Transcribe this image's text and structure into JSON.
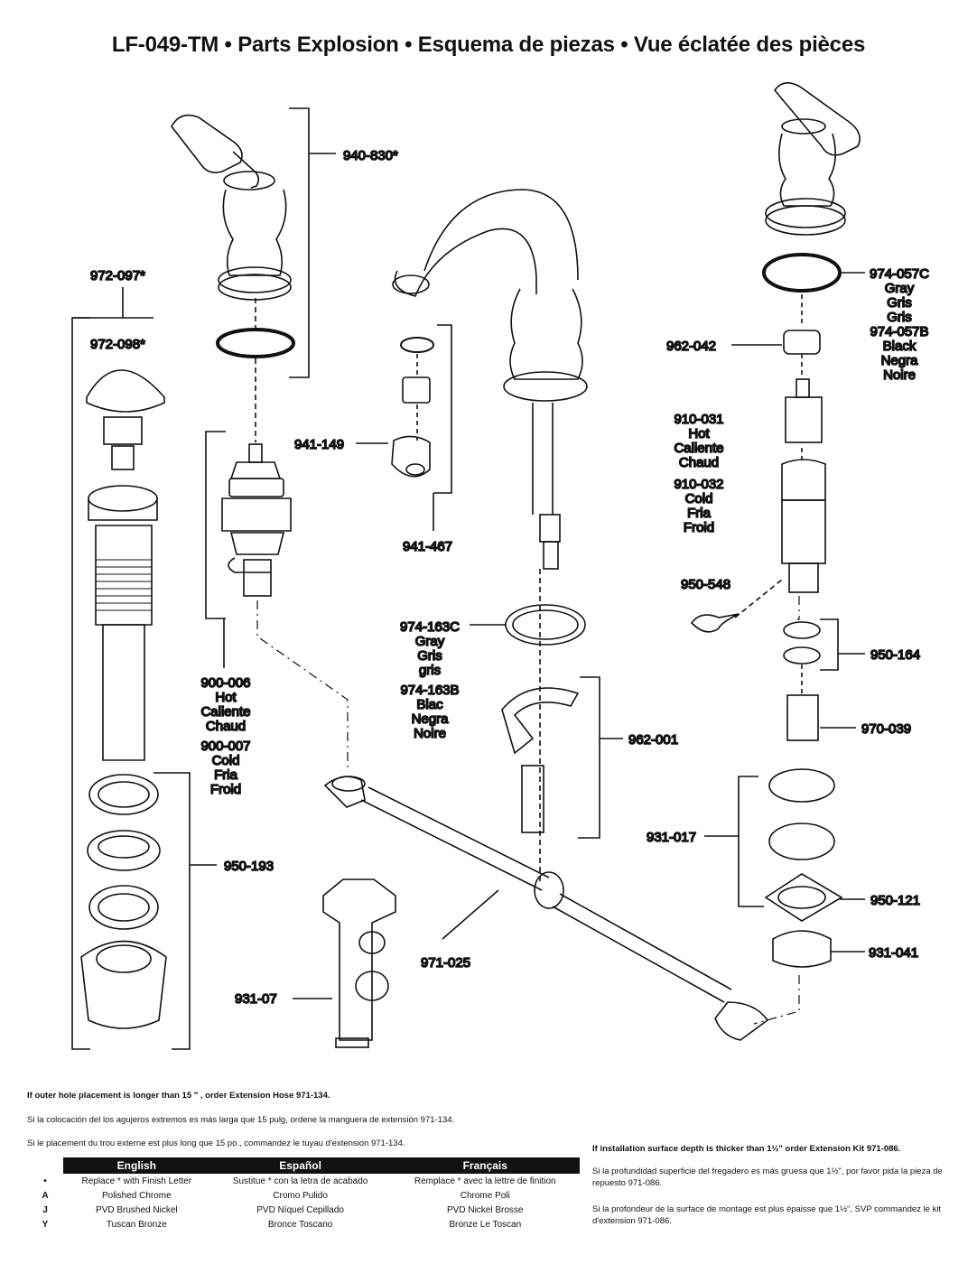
{
  "header": {
    "model": "LF-049-TM",
    "sep": "•",
    "title_en": "Parts Explosion",
    "title_es": "Esquema de piezas",
    "title_fr": "Vue éclatée des pièces"
  },
  "parts": {
    "p940_830": "940-830*",
    "p972_097": "972-097*",
    "p972_098": "972-098*",
    "p941_149": "941-149",
    "p941_467": "941-467",
    "p900_006": [
      "900-006",
      "Hot",
      "Caliente",
      "Chaud"
    ],
    "p900_007": [
      "900-007",
      "Cold",
      "Fria",
      "Froid"
    ],
    "p974_163C": [
      "974-163C",
      "Gray",
      "Gris",
      "gris"
    ],
    "p974_163B": [
      "974-163B",
      "Blac",
      "Negra",
      "Noire"
    ],
    "p962_001": "962-001",
    "p950_193": "950-193",
    "p931_07": "931-07",
    "p971_025": "971-025",
    "p974_057C": [
      "974-057C",
      "Gray",
      "Gris",
      "Gris"
    ],
    "p974_057B": [
      "974-057B",
      "Black",
      "Negra",
      "Noire"
    ],
    "p962_042": "962-042",
    "p910_031": [
      "910-031",
      "Hot",
      "Caliente",
      "Chaud"
    ],
    "p910_032": [
      "910-032",
      "Cold",
      "Fria",
      "Froid"
    ],
    "p950_548": "950-548",
    "p950_164": "950-164",
    "p970_039": "970-039",
    "p931_017": "931-017",
    "p950_121": "950-121",
    "p931_041": "931-041"
  },
  "notes": {
    "hose_en": "If outer hole placement is longer than 15 \" , order Extension Hose 971-134.",
    "hose_es": "Si la colocación del los agujeros extremos es más larga que 15 pulg, ordene la manguera de extensión 971-134.",
    "hose_fr": "Si le placement du trou externe est plus long que 15 po., commandez le tuyau d'extension 971-134.",
    "kit_en": "If installation surface depth is thicker than 1½\" order Extension Kit 971-086.",
    "kit_es": "Si la profundidad superficie del fregadero es más gruesa que 1½\", por favor pida la pieza de repuesto 971-086.",
    "kit_fr": "Si la profondeur de la surface de montage est plus épaisse que 1½\", SVP commandez le kit d'extension 971-086."
  },
  "finish_table": {
    "headers": [
      "English",
      "Español",
      "Français"
    ],
    "rows": [
      {
        "code": "•",
        "en": "Replace * with Finish Letter",
        "es": "Sustitue * con la letra de acabado",
        "fr": "Remplace * avec la lettre de finition"
      },
      {
        "code": "A",
        "en": "Polished Chrome",
        "es": "Cromo Pulido",
        "fr": "Chrome Poli"
      },
      {
        "code": "J",
        "en": "PVD Brushed Nickel",
        "es": "PVD Níquel Cepillado",
        "fr": "PVD Nickel Brosse"
      },
      {
        "code": "Y",
        "en": "Tuscan Bronze",
        "es": "Bronce Toscano",
        "fr": "Bronze Le Toscan"
      }
    ]
  }
}
